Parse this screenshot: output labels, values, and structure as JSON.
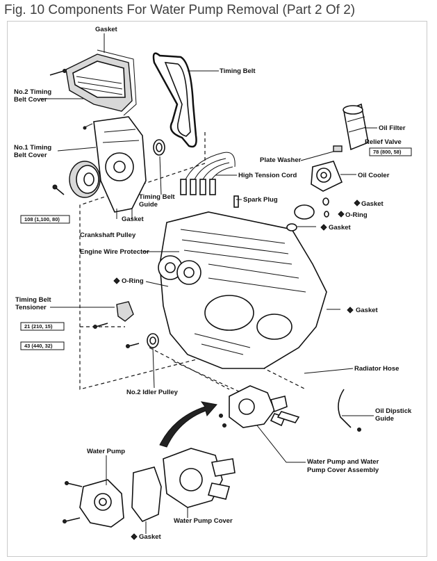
{
  "title": "Fig. 10 Components For Water Pump Removal (Part 2 Of 2)",
  "labels": {
    "gasket_top": "Gasket",
    "timing_belt": "Timing Belt",
    "no2_cover_1": "No.2 Timing",
    "no2_cover_2": "Belt Cover",
    "oil_filter": "Oil Filter",
    "relief_valve": "Relief Valve",
    "relief_torque": "78 (800, 58)",
    "no1_cover_1": "No.1 Timing",
    "no1_cover_2": "Belt Cover",
    "plate_washer": "Plate Washer",
    "high_tension": "High Tension Cord",
    "oil_cooler": "Oil Cooler",
    "spark_plug": "Spark Plug",
    "guide_1": "Timing Belt",
    "guide_2": "Guide",
    "gasket_right": "Gasket",
    "oring_right": "O-Ring",
    "gasket_center": "Gasket",
    "torque_108": "108 (1,100, 80)",
    "gasket_right2": "Gasket",
    "crank_pulley": "Crankshaft Pulley",
    "wire_protector": "Engine Wire Protector",
    "oring_left": "O-Ring",
    "tensioner_1": "Timing Belt",
    "tensioner_2": "Tensioner",
    "gasket_engine": "Gasket",
    "torque_21": "21 (210, 15)",
    "torque_43": "43 (440, 32)",
    "radiator_hose": "Radiator Hose",
    "idler_pulley": "No.2 Idler Pulley",
    "dipstick_1": "Oil Dipstick",
    "dipstick_2": "Guide",
    "water_pump": "Water Pump",
    "assembly_1": "Water Pump and Water",
    "assembly_2": "Pump Cover Assembly",
    "pump_cover": "Water Pump Cover",
    "gasket_bottom": "Gasket"
  },
  "colors": {
    "ink": "#111111",
    "title": "#404040",
    "frame": "#c9c9c9"
  }
}
